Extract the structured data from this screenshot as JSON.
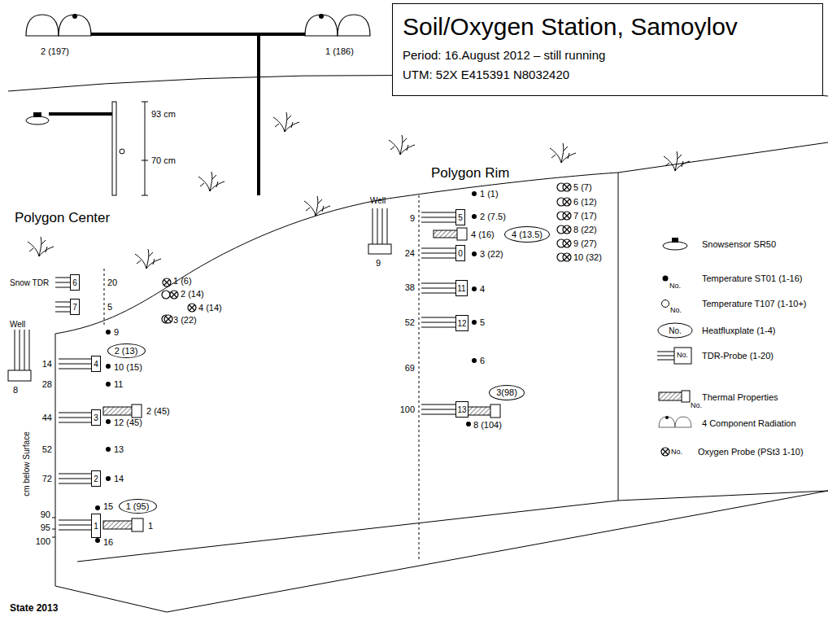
{
  "diagram": {
    "nodes": [
      {
        "text": [
          "Soil/Oxygen Station, Samoylov",
          "Period: 16.August 2012 – still running",
          "UTM: 52X E415391 N8032420"
        ]
      },
      {
        "text": [
          "6"
        ]
      },
      {
        "text": [
          "7"
        ]
      },
      {
        "text": [
          "4"
        ]
      },
      {
        "text": [
          "3"
        ]
      },
      {
        "text": [
          "2"
        ]
      },
      {
        "text": [
          "1"
        ]
      },
      {
        "text": [
          "5"
        ]
      },
      {
        "text": [
          "0"
        ]
      },
      {
        "text": [
          "11"
        ]
      },
      {
        "text": [
          "12"
        ]
      },
      {
        "text": [
          "13"
        ]
      },
      {
        "text": [
          "2 (13)"
        ]
      },
      {
        "text": [
          "1 (95)"
        ]
      },
      {
        "text": [
          "4 (13.5)"
        ]
      },
      {
        "text": [
          "3(98)"
        ]
      }
    ],
    "labels": [
      "2 (197)",
      "1 (186)",
      "93 cm",
      "70 cm",
      "Polygon Center",
      "Snow TDR",
      "20",
      "5",
      "Well",
      "8",
      "cm below Surface",
      "14",
      "28",
      "44",
      "52",
      "72",
      "90",
      "95",
      "100",
      "9",
      "10 (15)",
      "11",
      "12 (45)",
      "13",
      "14",
      "15",
      "16",
      "2 (45)",
      "1",
      "1 (6)",
      "2 (14)",
      "4 (14)",
      "3 (22)",
      "Well",
      "9",
      "Polygon Rim",
      "9",
      "24",
      "38",
      "52",
      "69",
      "100",
      "1 (1)",
      "2 (7.5)",
      "4 (16)",
      "3 (22)",
      "4",
      "5",
      "6",
      "8 (104)",
      "5 (7)",
      "6 (12)",
      "7 (17)",
      "8 (22)",
      "9 (27)",
      "10 (32)",
      "No.",
      "No.",
      "No.",
      "No.",
      "No.",
      "No.",
      "State 2013"
    ],
    "legend": [
      {
        "text": "Snowsensor SR50"
      },
      {
        "text": "Temperature ST01 (1-16)"
      },
      {
        "text": "Temperature T107 (1-10+)"
      },
      {
        "text": "Heatfluxplate (1-4)"
      },
      {
        "text": "TDR-Probe (1-20)"
      },
      {
        "text": "Thermal Properties"
      },
      {
        "text": "4 Component Radiation"
      },
      {
        "text": "Oxygen Probe (PSt3 1-10)"
      }
    ]
  }
}
